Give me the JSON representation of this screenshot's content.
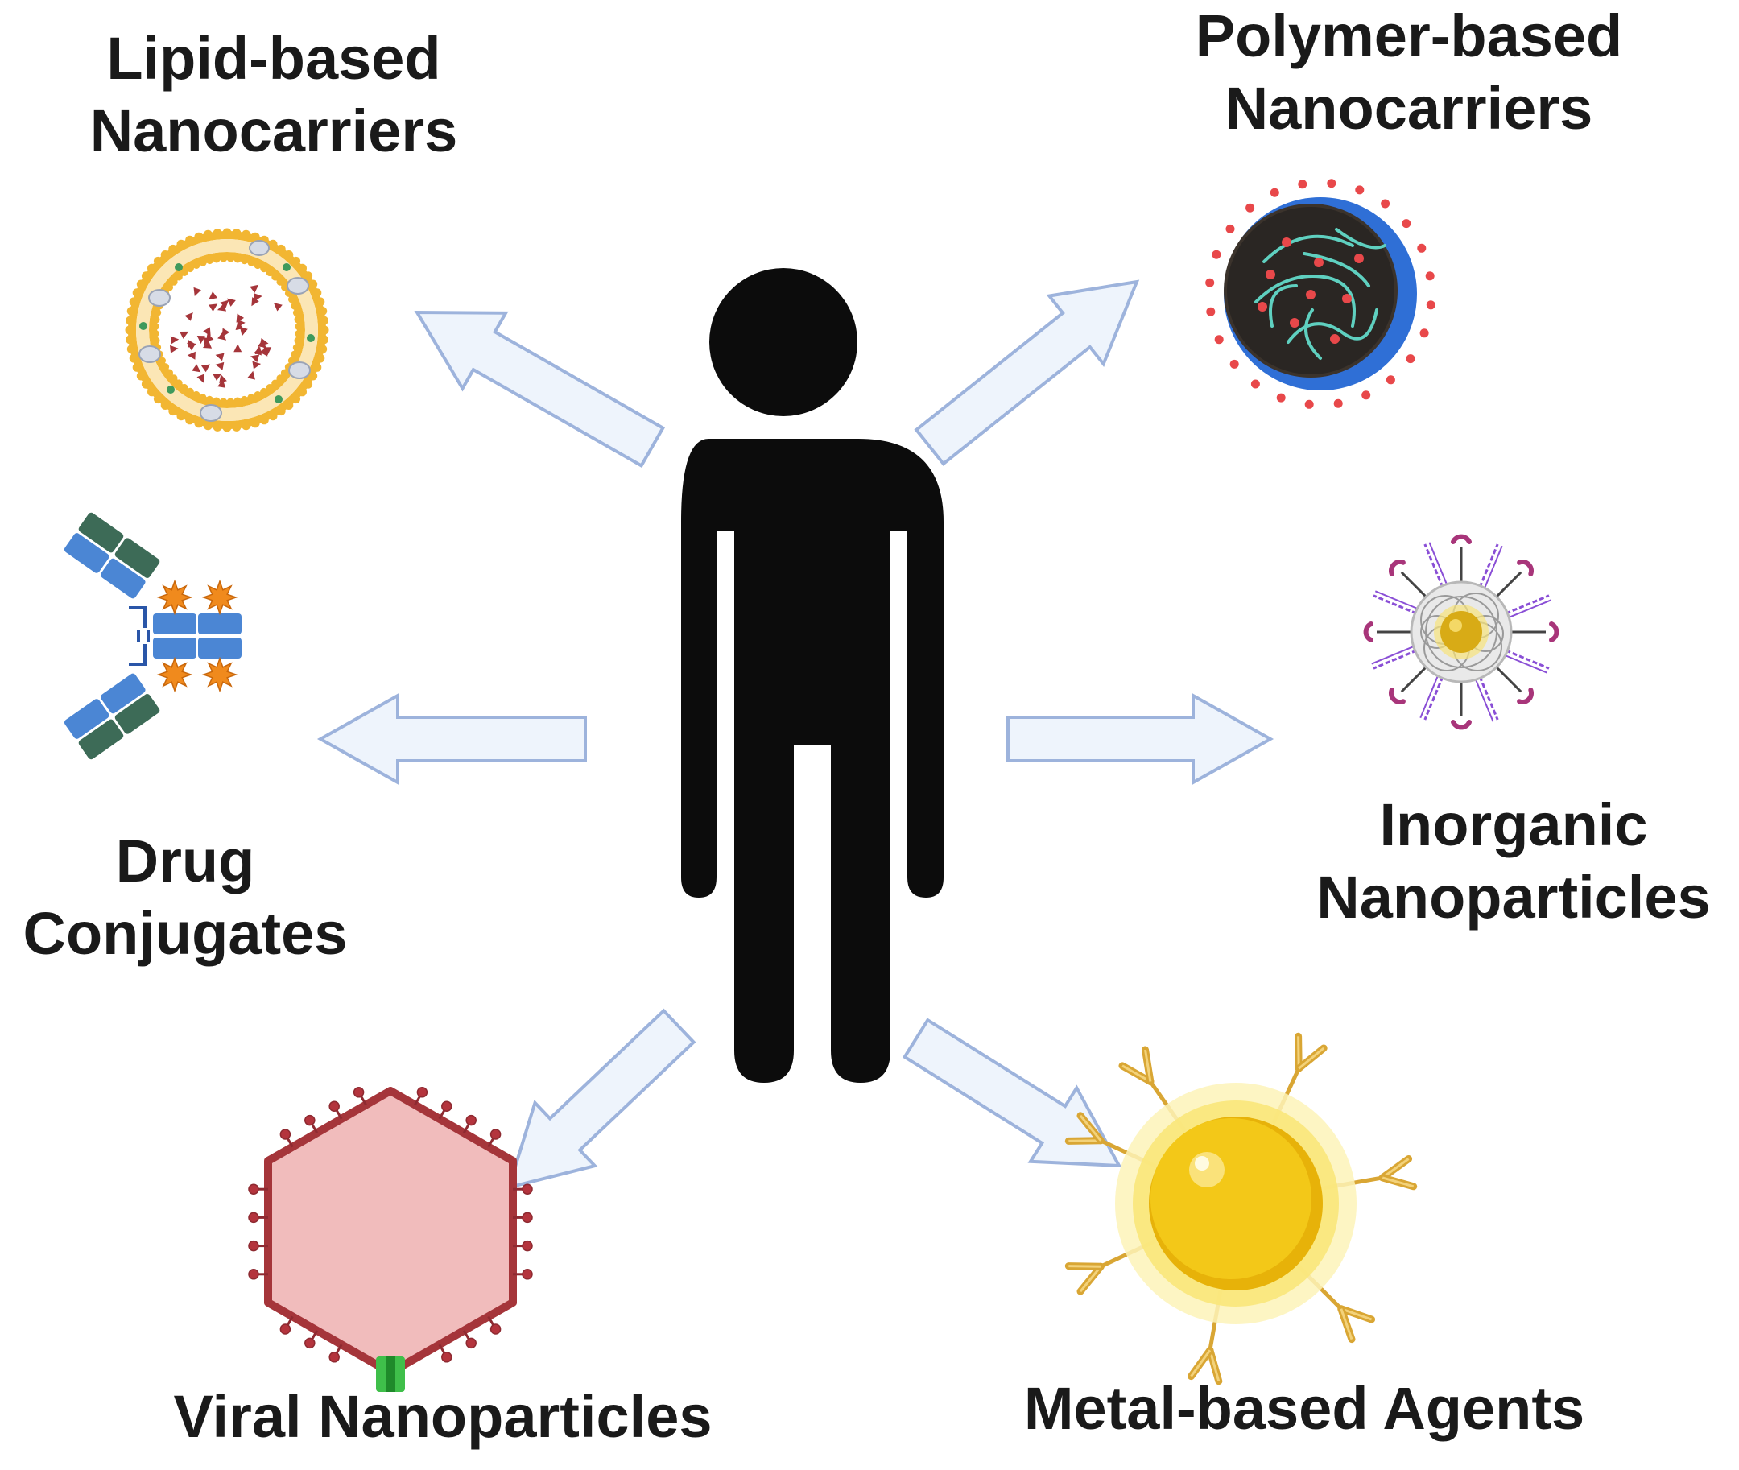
{
  "labels": {
    "lipid": [
      "Lipid-based",
      "Nanocarriers"
    ],
    "polymer": [
      "Polymer-based",
      "Nanocarriers"
    ],
    "drug": [
      "Drug",
      "Conjugates"
    ],
    "inorganic": [
      "Inorganic",
      "Nanoparticles"
    ],
    "viral": [
      "Viral Nanoparticles"
    ],
    "metal": [
      "Metal-based Agents"
    ]
  },
  "colors": {
    "figure": "#0c0c0c",
    "arrow_fill": "#eef4fc",
    "arrow_stroke": "#9db3dc",
    "lipid_ring": "#f2b632",
    "polymer_shell": "#2f6fd6",
    "polymer_core": "#2a2623",
    "polymer_dots": "#e8484a",
    "antibody_light": "#4b86d4",
    "antibody_dark": "#3d6b57",
    "payload": "#f08a1d",
    "inorganic_core": "#e5b820",
    "inorganic_ligand": "#a8357a",
    "inorganic_dna": "#8a4fd6",
    "viral_fill": "#f1bcbc",
    "viral_edge": "#a5353a",
    "viral_portal": "#3fbf4a",
    "metal_core": "#f2c40c",
    "metal_antibody": "#d9a634"
  },
  "icons": {
    "center": "person-icon",
    "lipid": "liposome-icon",
    "polymer": "polymeric-nanoparticle-icon",
    "drug": "antibody-drug-conjugate-icon",
    "inorganic": "inorganic-nanoparticle-icon",
    "viral": "viral-capsid-icon",
    "metal": "gold-nanoparticle-icon"
  }
}
